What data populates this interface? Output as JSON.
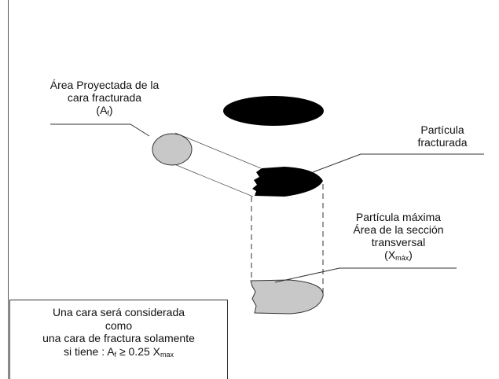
{
  "labels": {
    "projected_area": {
      "line1": "Área Proyectada de la",
      "line2": "cara fracturada",
      "symbol_open": "(A",
      "symbol_sub": "f",
      "symbol_close": ")"
    },
    "fractured_particle": {
      "line1": "Partícula",
      "line2": "fracturada"
    },
    "max_particle": {
      "line1": "Partícula máxima",
      "line2": "Área de la sección",
      "line3": "transversal",
      "symbol_open": "(X",
      "symbol_sub": "máx",
      "symbol_close": ")"
    }
  },
  "note": {
    "line1": "Una cara será considerada",
    "line2": "como",
    "line3": "una cara de fractura solamente",
    "line4_prefix": "si tiene : A",
    "line4_sub1": "f",
    "line4_mid": " ≥ 0.25 X",
    "line4_sub2": "max"
  },
  "colors": {
    "fill_black": "#000000",
    "fill_gray": "#c8c8c8",
    "line": "#333333"
  }
}
